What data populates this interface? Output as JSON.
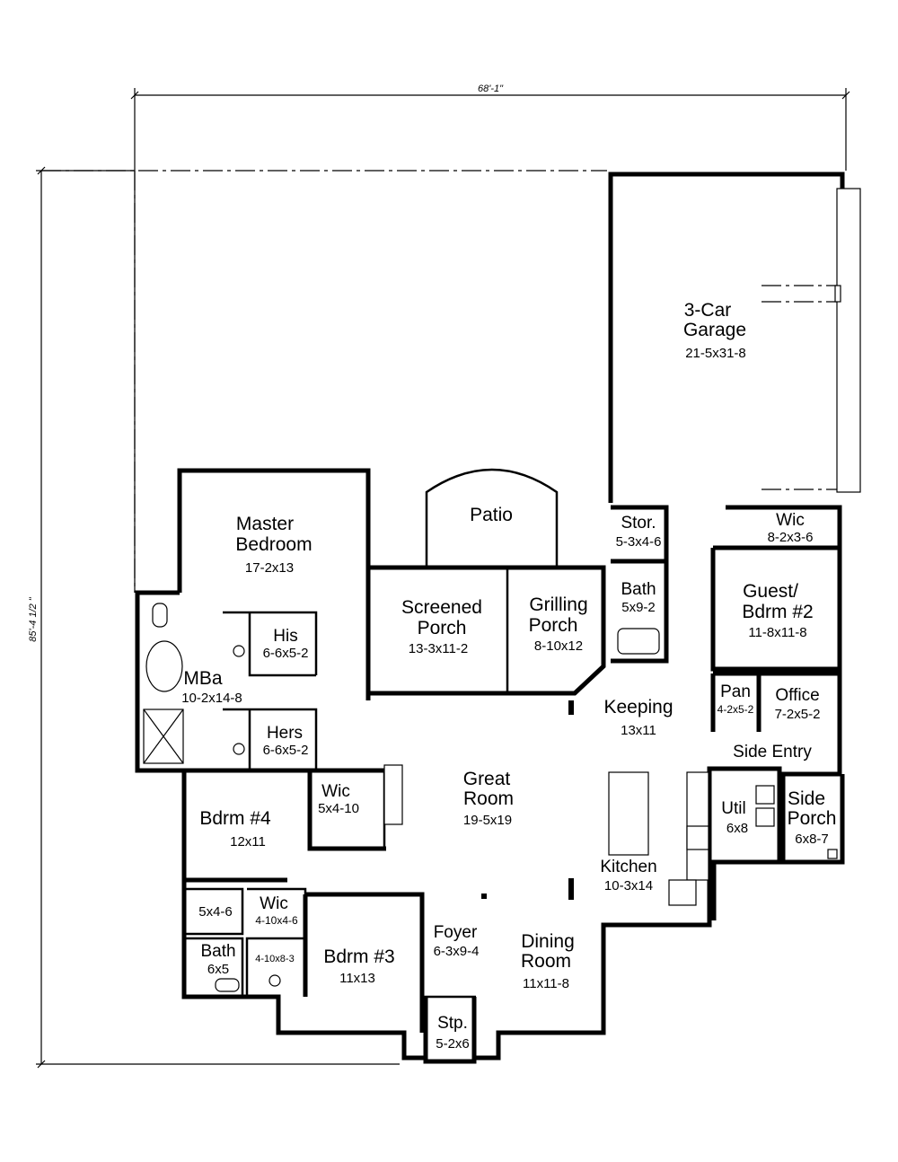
{
  "dimensions": {
    "overall_width": "68'-1\"",
    "overall_depth": "85'-4 1/2 \""
  },
  "rooms": {
    "garage": {
      "name_line1": "3-Car",
      "name_line2": "Garage",
      "size": "21-5x31-8"
    },
    "patio": {
      "name": "Patio"
    },
    "master_bedroom": {
      "name_line1": "Master",
      "name_line2": "Bedroom",
      "size": "17-2x13"
    },
    "screened_porch": {
      "name_line1": "Screened",
      "name_line2": "Porch",
      "size": "13-3x11-2"
    },
    "grilling_porch": {
      "name_line1": "Grilling",
      "name_line2": "Porch",
      "size": "8-10x12"
    },
    "storage": {
      "name": "Stor.",
      "size": "5-3x4-6"
    },
    "wic_guest": {
      "name": "Wic",
      "size": "8-2x3-6"
    },
    "bath_center": {
      "name": "Bath",
      "size": "5x9-2"
    },
    "guest_bedroom": {
      "name_line1": "Guest/",
      "name_line2": "Bdrm #2",
      "size": "11-8x11-8"
    },
    "his": {
      "name": "His",
      "size": "6-6x5-2"
    },
    "hers": {
      "name": "Hers",
      "size": "6-6x5-2"
    },
    "master_bath": {
      "name": "MBa",
      "size": "10-2x14-8"
    },
    "keeping": {
      "name": "Keeping",
      "size": "13x11"
    },
    "pantry": {
      "name": "Pan",
      "size": "4-2x5-2"
    },
    "office": {
      "name": "Office",
      "size": "7-2x5-2"
    },
    "side_entry": {
      "name": "Side Entry"
    },
    "great_room": {
      "name_line1": "Great",
      "name_line2": "Room",
      "size": "19-5x19"
    },
    "wic_bdrm4": {
      "name": "Wic",
      "size": "5x4-10"
    },
    "bedroom4": {
      "name": "Bdrm #4",
      "size": "12x11"
    },
    "utility": {
      "name": "Util",
      "size": "6x8"
    },
    "side_porch": {
      "name_line1": "Side",
      "name_line2": "Porch",
      "size": "6x8-7"
    },
    "kitchen": {
      "name": "Kitchen",
      "size": "10-3x14"
    },
    "small_closet": {
      "size": "5x4-6"
    },
    "wic_bdrm3": {
      "name": "Wic",
      "size": "4-10x4-6"
    },
    "bath_left": {
      "name": "Bath",
      "size": "6x5"
    },
    "vanity": {
      "size": "4-10x8-3"
    },
    "bedroom3": {
      "name": "Bdrm #3",
      "size": "11x13"
    },
    "foyer": {
      "name": "Foyer",
      "size": "6-3x9-4"
    },
    "dining_room": {
      "name_line1": "Dining",
      "name_line2": "Room",
      "size": "11x11-8"
    },
    "stoop": {
      "name": "Stp.",
      "size": "5-2x6"
    }
  }
}
